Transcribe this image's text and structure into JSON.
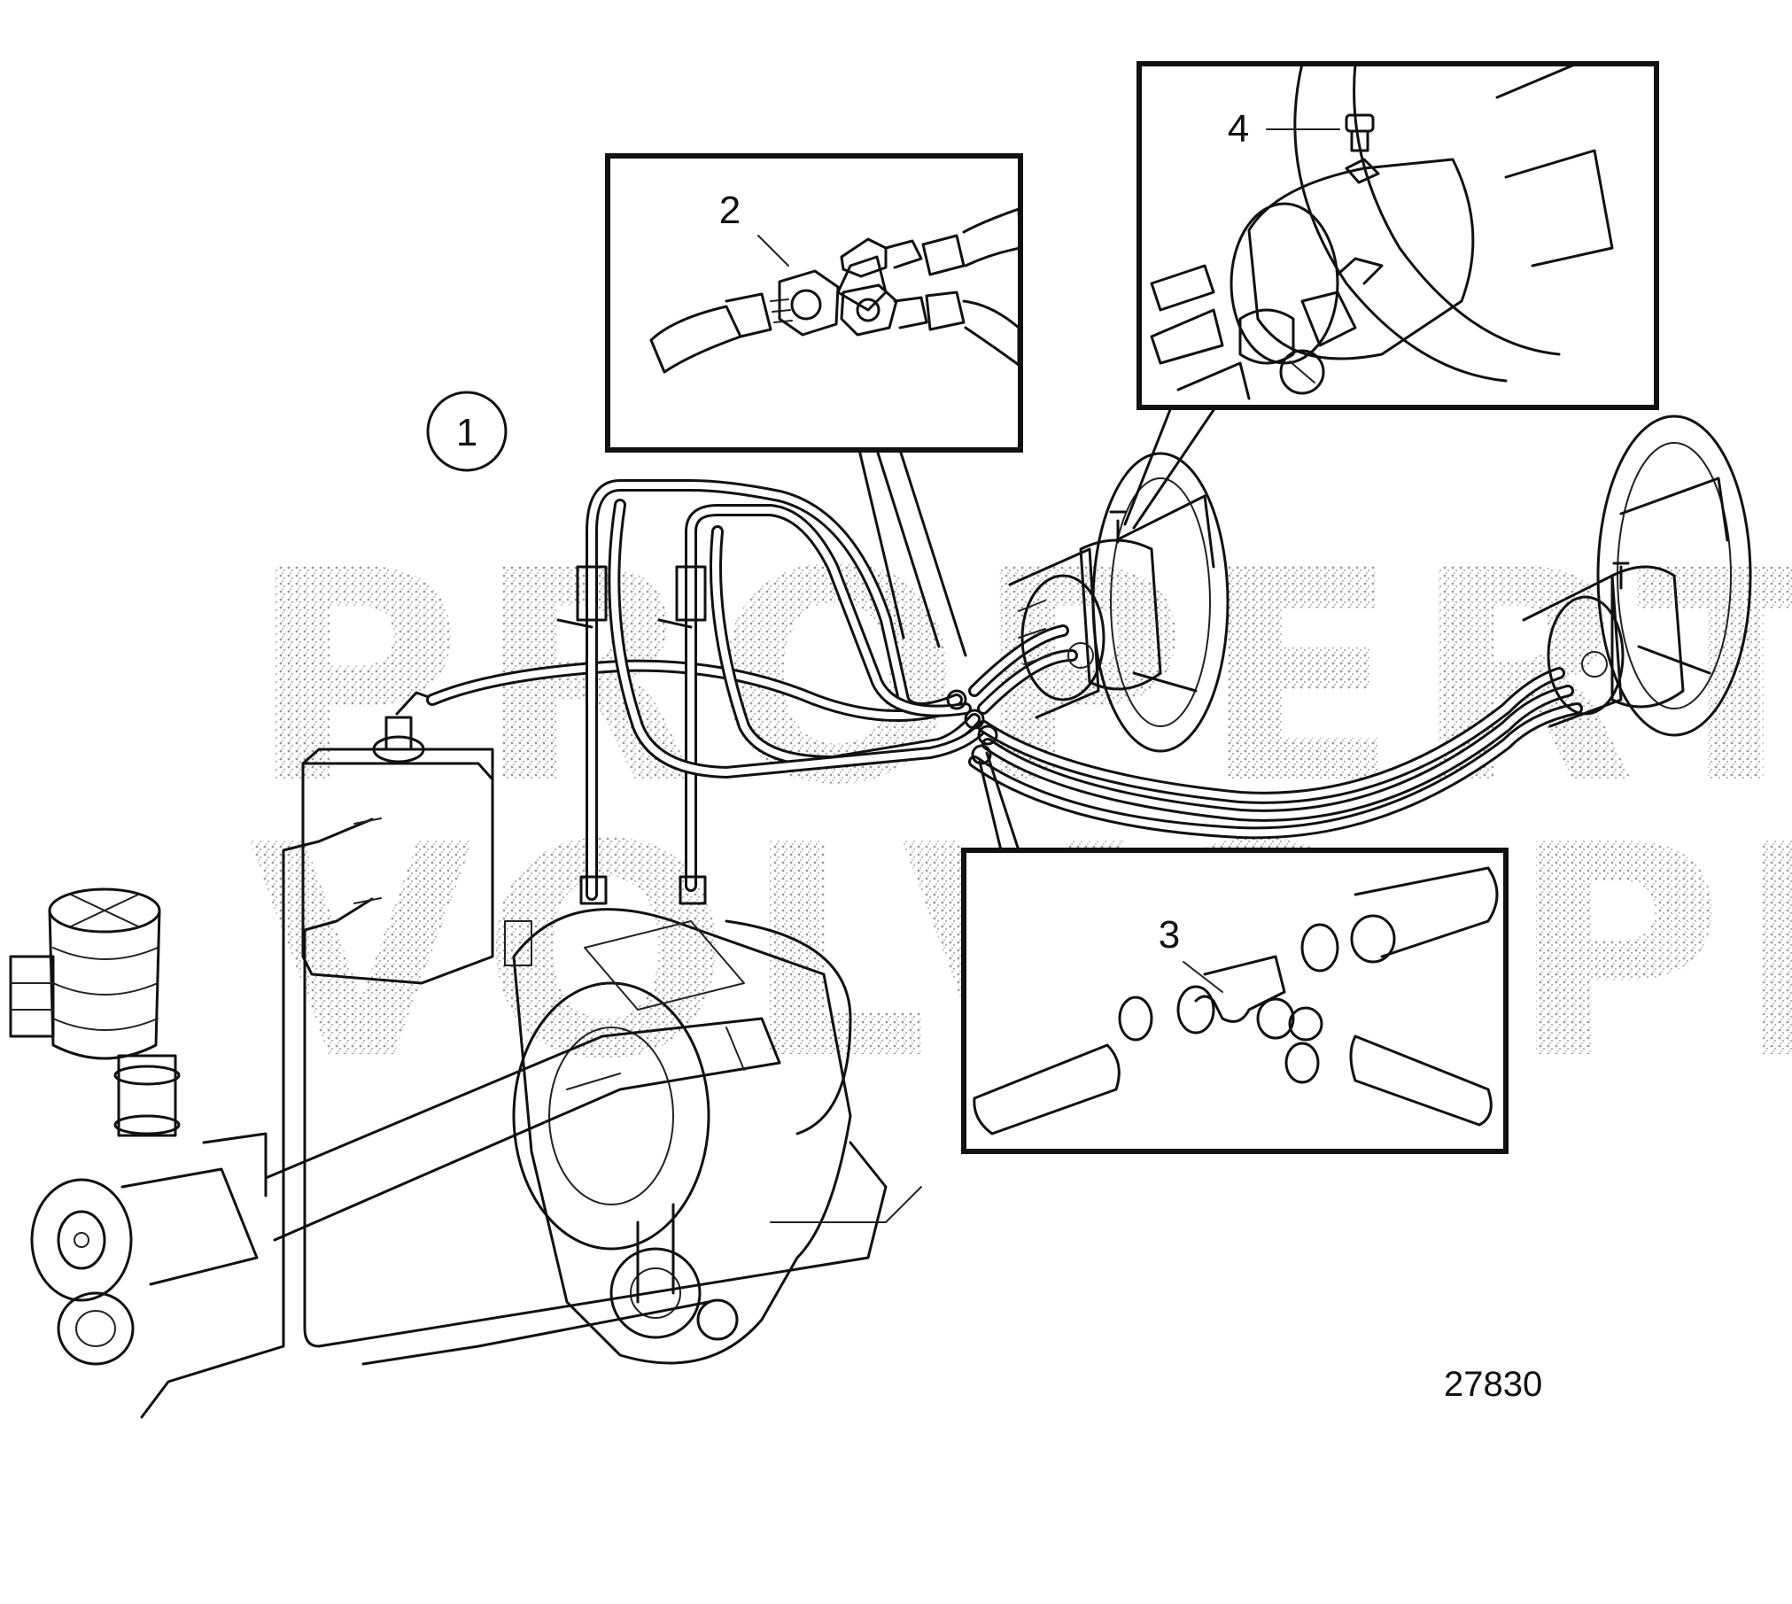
{
  "callouts": {
    "main_assembly": "1",
    "pipe_tee_fitting": "2",
    "hose_tee_fitting": "3",
    "filler_plug": "4"
  },
  "watermark": {
    "line1": "PROPERTY OF",
    "line2": "VOLVO PENTA"
  },
  "drawing_number": "27830"
}
